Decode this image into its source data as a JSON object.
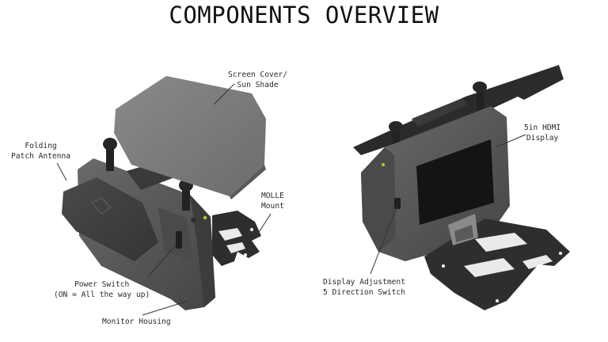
{
  "title": "COMPONENTS OVERVIEW",
  "labels": {
    "screen_cover": [
      "Screen Cover/",
      "Sun Shade"
    ],
    "folding_antenna": [
      "Folding",
      "Patch Antenna"
    ],
    "molle_mount": [
      "MOLLE",
      "Mount"
    ],
    "power_switch": [
      "Power Switch",
      "(ON = All the way up)"
    ],
    "monitor_housing": [
      "Monitor Housing"
    ],
    "hdmi_display": [
      "5in HDMI",
      "Display"
    ],
    "display_adjustment": [
      "Display Adjustment",
      "5 Direction Switch"
    ]
  },
  "colors": {
    "housing": "#555555",
    "housing_dark": "#3c3c3c",
    "shade": "#7c7c7c",
    "screen": "#141414",
    "plate": "#2e2e2e",
    "leader": "#333333",
    "status_led": "#b9c832"
  }
}
